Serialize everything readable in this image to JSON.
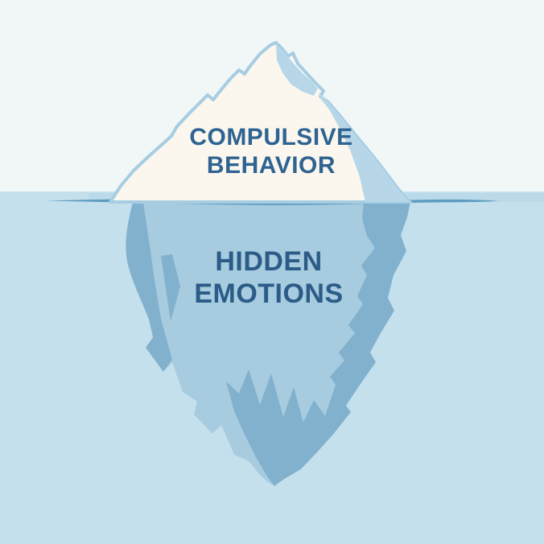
{
  "title": "Iceberg diagram — compulsive behavior vs hidden emotions",
  "diagram": {
    "above_water": {
      "line1": "COMPULSIVE",
      "line2": "BEHAVIOR"
    },
    "below_water": {
      "line1": "HIDDEN",
      "line2": "EMOTIONS"
    }
  },
  "colors": {
    "sky": "#f1f6f7",
    "sea": "#c5e0ed",
    "surface_band": "#afd3e5",
    "waterline": "#5d9cc0",
    "iceberg_above_fill": "#fbf7ee",
    "iceberg_outline": "#a6cde2",
    "iceberg_shading": "#b7d7e9",
    "iceberg_below_fill": "#a7cbdf",
    "iceberg_below_shadow": "#82b1ce",
    "label_above": "#2e6392",
    "label_below": "#2b5c88"
  }
}
